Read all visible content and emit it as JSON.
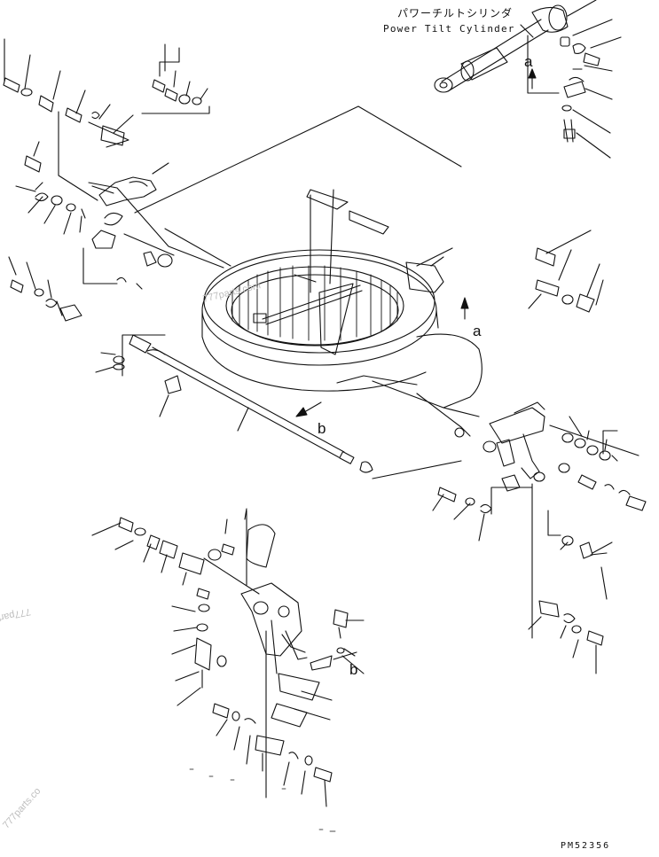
{
  "header": {
    "title_jp": "パワーチルトシリンダ",
    "title_en": "Power Tilt Cylinder"
  },
  "callouts": {
    "a_top": "a",
    "a_ring": "a",
    "b_ring": "b",
    "b_bracket": "b"
  },
  "watermarks": {
    "center": "777parts.com",
    "left_edge": "777parts",
    "bottom_left": "777parts.co"
  },
  "drawing_code": "PM52356",
  "colors": {
    "line": "#111111",
    "watermark": "#bdbdbd"
  }
}
